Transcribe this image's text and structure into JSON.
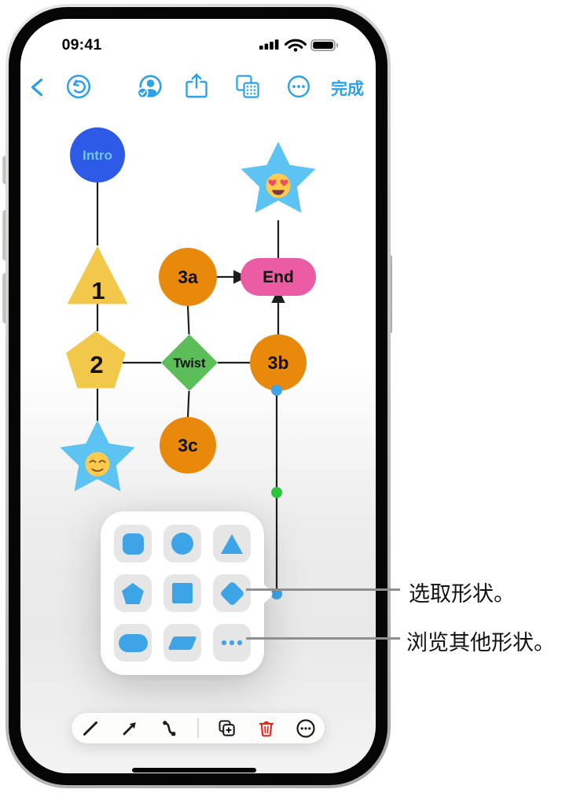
{
  "status_bar": {
    "time": "09:41",
    "icons": [
      "cellular-signal",
      "wifi",
      "battery"
    ]
  },
  "nav_bar": {
    "done_label": "完成",
    "buttons": [
      "back",
      "undo",
      "collaborate",
      "share",
      "boards",
      "more"
    ]
  },
  "canvas": {
    "nodes": {
      "intro": {
        "label": "Intro",
        "shape": "circle",
        "fill": "#2D5BE8",
        "text_color": "#6FC9F5"
      },
      "star_top": {
        "emoji": "😍",
        "shape": "star",
        "fill": "#5CC3F2"
      },
      "step1": {
        "label": "1",
        "shape": "triangle",
        "fill": "#F2C84B"
      },
      "step3a": {
        "label": "3a",
        "shape": "circle",
        "fill": "#E8890C"
      },
      "end": {
        "label": "End",
        "shape": "pill",
        "fill": "#EB5CA4"
      },
      "step2": {
        "label": "2",
        "shape": "pentagon",
        "fill": "#F2C84B"
      },
      "twist": {
        "label": "Twist",
        "shape": "diamond",
        "fill": "#5CBE58"
      },
      "step3b": {
        "label": "3b",
        "shape": "circle",
        "fill": "#E8890C"
      },
      "step3c": {
        "label": "3c",
        "shape": "circle",
        "fill": "#E8890C"
      },
      "star_left": {
        "emoji": "😌",
        "shape": "star",
        "fill": "#5CC3F2"
      }
    },
    "selected_line": {
      "endpoint_color": "#3EA3E8",
      "midpoint_color": "#2BC63E"
    }
  },
  "shape_picker": {
    "options": [
      "rounded-square",
      "circle",
      "triangle",
      "pentagon",
      "square",
      "diamond",
      "oval",
      "parallelogram",
      "more-shapes"
    ],
    "accent_color": "#3EA4E8"
  },
  "callouts": {
    "select_shape": "选取形状。",
    "browse_shapes": "浏览其他形状。"
  },
  "bottom_toolbar": {
    "tools": [
      "line",
      "arrow",
      "connector",
      "duplicate",
      "delete",
      "more"
    ]
  }
}
